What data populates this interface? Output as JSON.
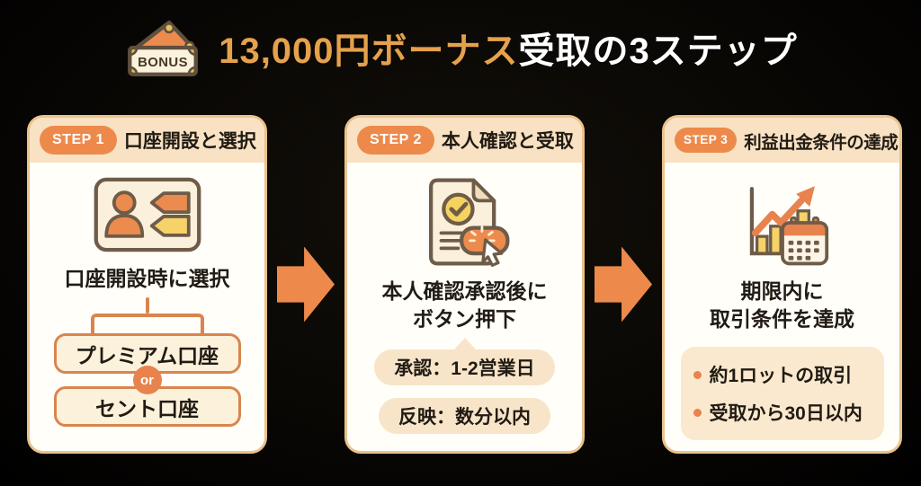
{
  "title": {
    "icon_label": "BONUS",
    "highlight": "13,000円ボーナス",
    "rest": "受取の3ステップ"
  },
  "colors": {
    "background": "#0b0906",
    "accent_orange": "#ED8A4B",
    "deep_orange": "#E8834E",
    "title_amber": "#E5A14B",
    "header_cream": "#F9E2C3",
    "panel_cream": "#F8E5C9",
    "card_border_tan": "#EAC28C",
    "option_border": "#D9854E",
    "outline_brown": "#6E5C49",
    "icon_yellow": "#F6D268",
    "text_dark": "#211B14",
    "white": "#FFFFFF"
  },
  "steps": [
    {
      "badge": "STEP 1",
      "heading": "口座開設と選択",
      "icon": "id-card-icon",
      "body_title": "口座開設時に選択",
      "option_top": "プレミアム口座",
      "or_label": "or",
      "option_bottom": "セント口座"
    },
    {
      "badge": "STEP 2",
      "heading": "本人確認と受取",
      "icon": "document-check-click-icon",
      "body_title_line1": "本人確認承認後に",
      "body_title_line2": "ボタン押下",
      "pill_top": "承認：1-2営業日",
      "pill_bottom": "反映：数分以内"
    },
    {
      "badge": "STEP 3",
      "heading": "利益出金条件の達成",
      "icon": "chart-calendar-icon",
      "body_title_line1": "期限内に",
      "body_title_line2": "取引条件を達成",
      "bullet_1": "約1ロットの取引",
      "bullet_2": "受取から30日以内"
    }
  ]
}
